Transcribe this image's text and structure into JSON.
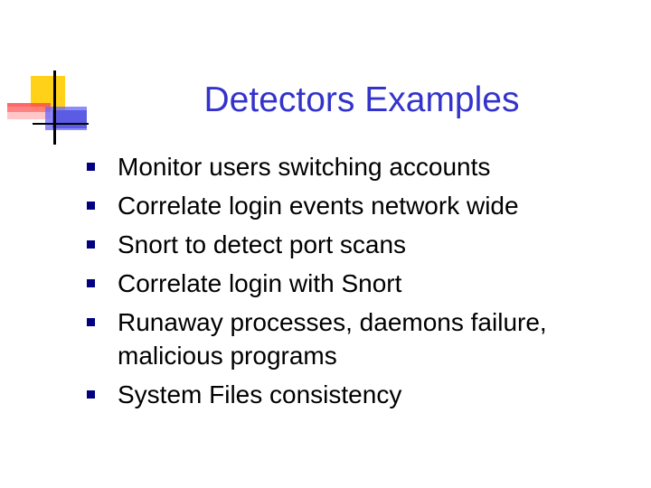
{
  "slide": {
    "title": "Detectors Examples",
    "bullets": [
      "Monitor users switching accounts",
      "Correlate login events network wide",
      "Snort to detect port scans",
      "Correlate login with Snort",
      "Runaway processes, daemons failure, malicious programs",
      "System Files consistency"
    ]
  },
  "colors": {
    "title": "#3333cc",
    "bullet_marker": "#000080",
    "text": "#000000",
    "logo_yellow": "#ffcc00",
    "logo_red": "#ff3333",
    "logo_blue": "#3333cc"
  }
}
